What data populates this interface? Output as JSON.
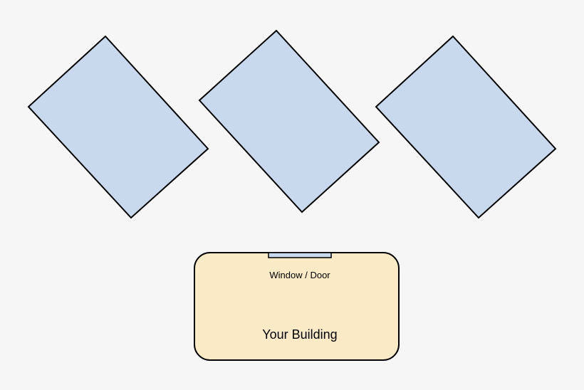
{
  "background_color": "#f6f6f6",
  "parking_spaces": {
    "count": 3,
    "fill_color": "#c8d9ed",
    "stroke_color": "#000000"
  },
  "building": {
    "label": "Your Building",
    "fill_color": "#faebc6",
    "stroke_color": "#000000"
  },
  "window_door": {
    "label": "Window / Door",
    "fill_color": "#c8d9ed"
  }
}
